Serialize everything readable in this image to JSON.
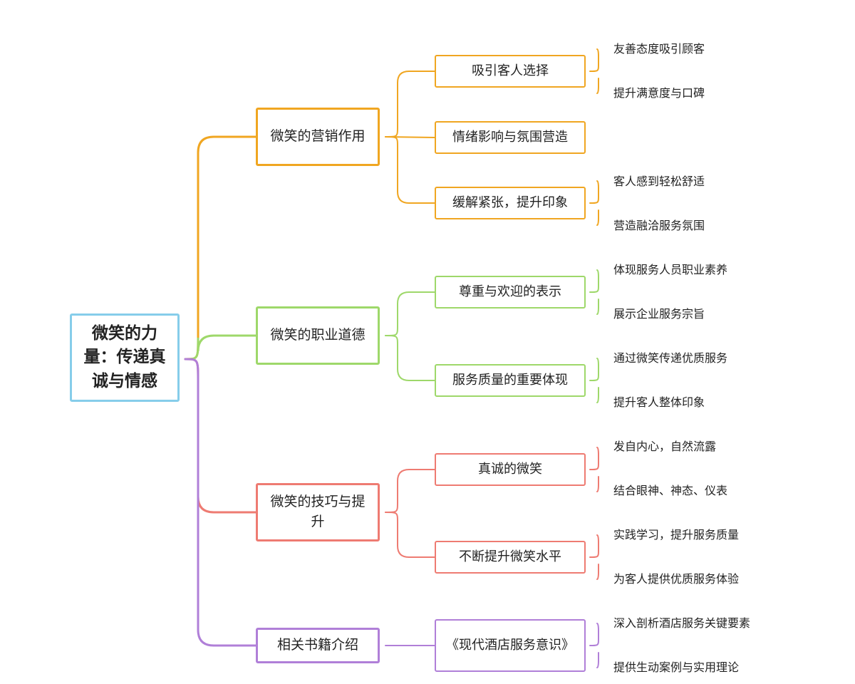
{
  "root": {
    "title": "微笑的力量：传递真诚与情感",
    "color": "#86cdea"
  },
  "branches": [
    {
      "label": "微笑的营销作用",
      "color": "#f0a621",
      "subs": [
        {
          "label": "吸引客人选择",
          "leaves": [
            "友善态度吸引顾客",
            "提升满意度与口碑"
          ]
        },
        {
          "label": "情绪影响与氛围营造",
          "leaves": []
        },
        {
          "label": "缓解紧张，提升印象",
          "leaves": [
            "客人感到轻松舒适",
            "营造融洽服务氛围"
          ]
        }
      ]
    },
    {
      "label": "微笑的职业道德",
      "color": "#9ed86a",
      "subs": [
        {
          "label": "尊重与欢迎的表示",
          "leaves": [
            "体现服务人员职业素养",
            "展示企业服务宗旨"
          ]
        },
        {
          "label": "服务质量的重要体现",
          "leaves": [
            "通过微笑传递优质服务",
            "提升客人整体印象"
          ]
        }
      ]
    },
    {
      "label": "微笑的技巧与提升",
      "color": "#ee7b72",
      "subs": [
        {
          "label": "真诚的微笑",
          "leaves": [
            "发自内心，自然流露",
            "结合眼神、神态、仪表"
          ]
        },
        {
          "label": "不断提升微笑水平",
          "leaves": [
            "实践学习，提升服务质量",
            "为客人提供优质服务体验"
          ]
        }
      ]
    },
    {
      "label": "相关书籍介绍",
      "color": "#b07fd8",
      "subs": [
        {
          "label": "《现代酒店服务意识》",
          "leaves": [
            "深入剖析酒店服务关键要素",
            "提供生动案例与实用理论"
          ]
        }
      ]
    }
  ]
}
